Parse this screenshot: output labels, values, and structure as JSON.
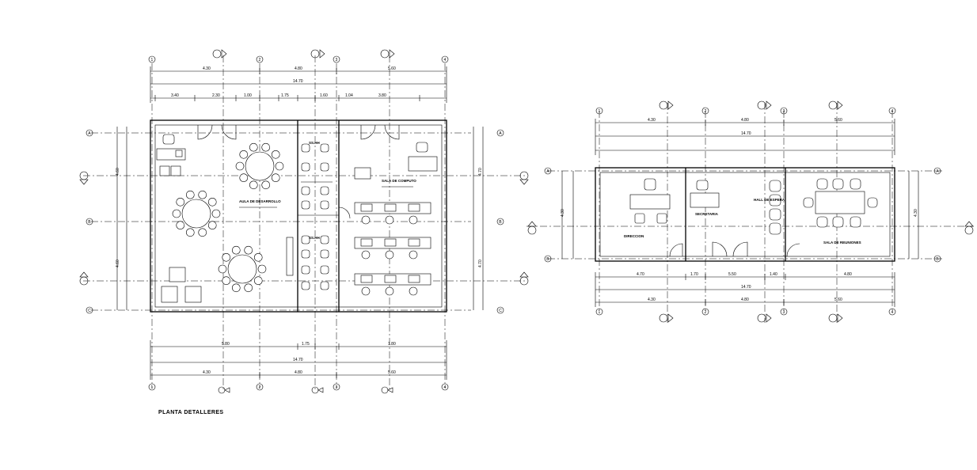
{
  "title": "PLANTA DETALLERES",
  "plan_left": {
    "axes_v": [
      "1",
      "2",
      "3",
      "4"
    ],
    "axes_h": [
      "A",
      "B",
      "C"
    ],
    "dims_top_1": [
      "4.30",
      "4.80",
      "5.60"
    ],
    "dims_top_total": "14.70",
    "dims_top_2": [
      "3.40",
      "2.30",
      "1.00",
      "1.75",
      "1.60",
      "1.04",
      "3.80"
    ],
    "dims_bottom_1": [
      "5.80",
      "1.75",
      "1.80"
    ],
    "dims_bottom_total": "14.70",
    "dims_bottom_2": [
      "4.30",
      "4.80",
      "5.60"
    ],
    "dims_left": [
      "4.60",
      "4.60"
    ],
    "dims_right": [
      "4.70",
      "4.70"
    ],
    "room_labels": [
      "AULA DE DESARROLLO",
      "SALA DE COMPUTO",
      "SS.HH",
      "SS.HH"
    ]
  },
  "plan_right": {
    "axes_v": [
      "1",
      "2",
      "3",
      "4"
    ],
    "axes_h": [
      "A",
      "B"
    ],
    "dims_top_1": [
      "4.30",
      "4.80",
      "5.60"
    ],
    "dims_top_total": "14.70",
    "dims_bottom_1": [
      "4.70",
      "1.70",
      "5.50",
      "1.40",
      "4.80"
    ],
    "dims_bottom_total": "14.70",
    "dims_bottom_2": [
      "4.30",
      "4.80",
      "5.60"
    ],
    "dims_side": [
      "4.30",
      "4.30"
    ],
    "room_labels": [
      "DIRECCION",
      "SECRETARIA",
      "HALL DE ESPERA",
      "SALA DE REUNIONES"
    ]
  }
}
